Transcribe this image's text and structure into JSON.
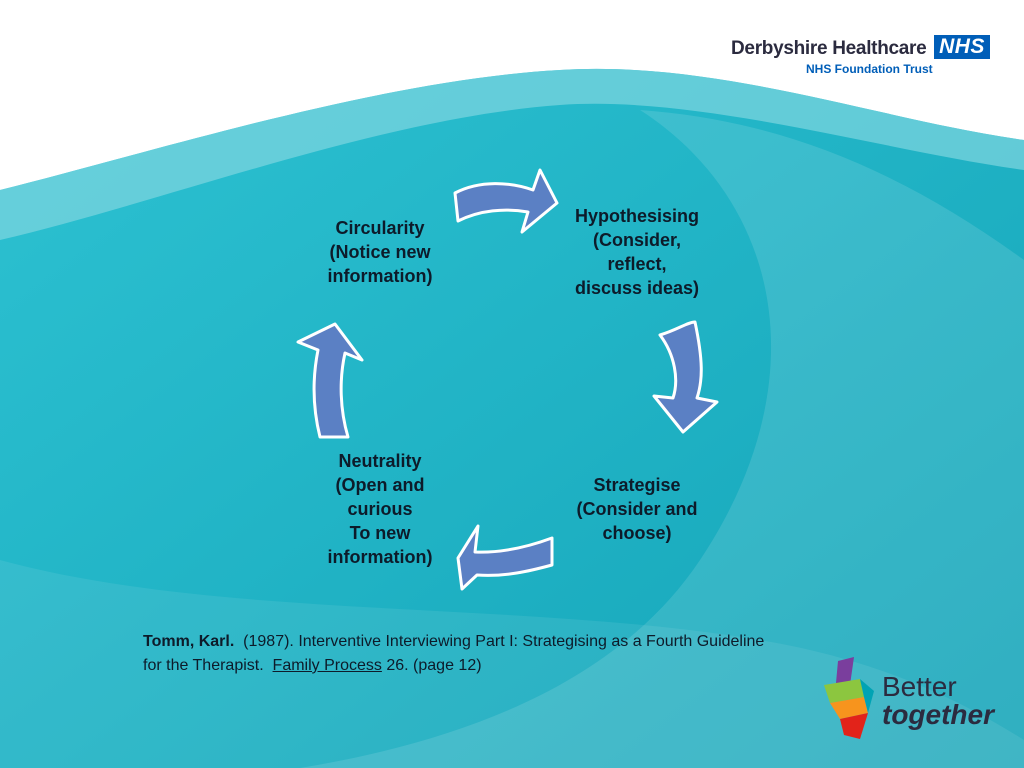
{
  "header": {
    "org_name": "Derbyshire Healthcare",
    "nhs_badge": "NHS",
    "org_sub": "NHS Foundation Trust"
  },
  "diagram": {
    "nodes": {
      "circularity": [
        "Circularity",
        "(Notice new",
        "information)"
      ],
      "hypothesising": [
        "Hypothesising",
        "(Consider,",
        "reflect,",
        "discuss ideas)"
      ],
      "strategise": [
        "Strategise",
        "(Consider and",
        "choose)"
      ],
      "neutrality": [
        "Neutrality",
        "(Open and",
        "curious",
        "To new",
        "information)"
      ]
    }
  },
  "citation": {
    "author": "Tomm, Karl.",
    "year_title": "(1987).  Interventive Interviewing Part I:  Strategising as a Fourth Guideline",
    "line2_pre": "for the Therapist.",
    "journal": "Family Process",
    "line2_post": "26.  (page 12)"
  },
  "footer_logo": {
    "word1": "Better",
    "word2": "together"
  },
  "colors": {
    "arrow_fill": "#5b80c4",
    "arrow_stroke": "#ffffff",
    "nhs_blue": "#005eb8",
    "teal_bg": "#1fb3c6"
  }
}
